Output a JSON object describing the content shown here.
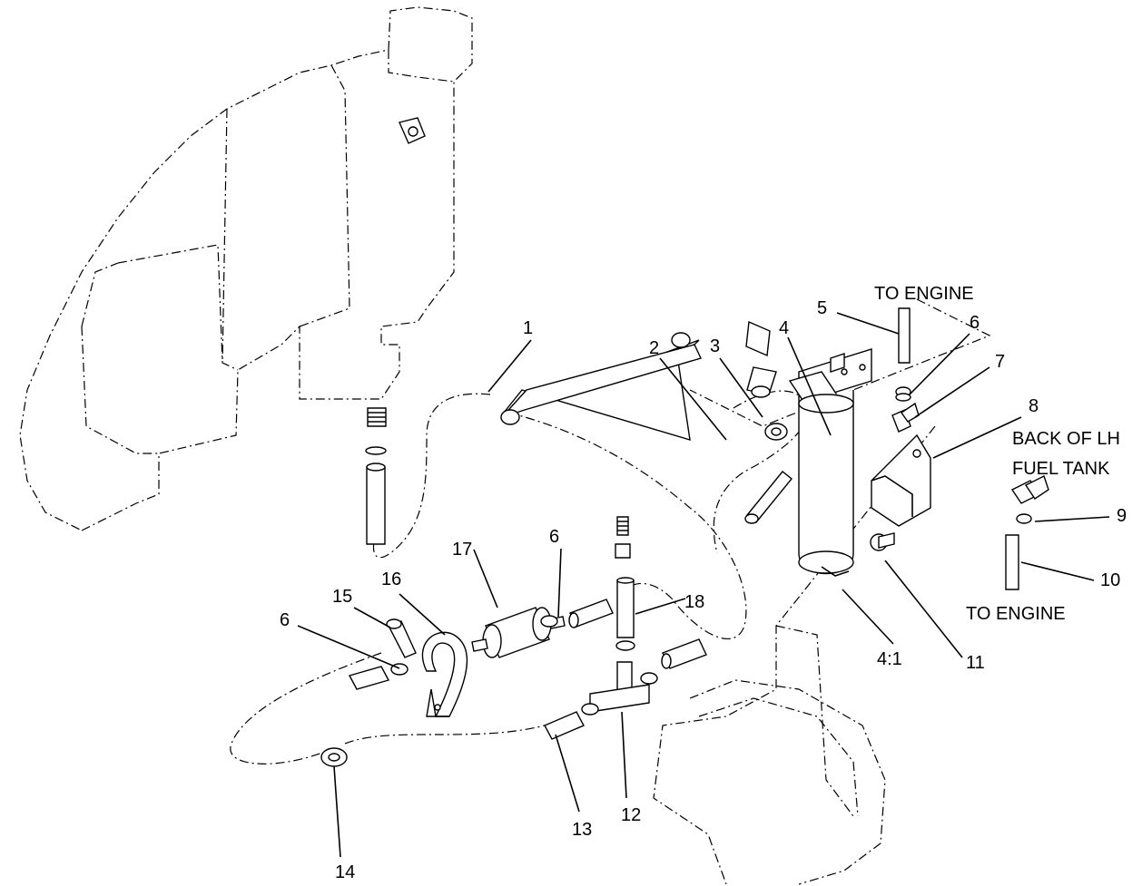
{
  "labels": {
    "l1": "1",
    "l2": "2",
    "l3": "3",
    "l4": "4",
    "l4_1": "4:1",
    "l5": "5",
    "l6a": "6",
    "l6b": "6",
    "l6c": "6",
    "l7": "7",
    "l8": "8",
    "l9": "9",
    "l10": "10",
    "l11": "11",
    "l12": "12",
    "l13": "13",
    "l14": "14",
    "l15": "15",
    "l16": "16",
    "l17": "17",
    "l18": "18"
  },
  "notes": {
    "to_engine_top": "TO ENGINE",
    "back_of_lh_line1": "BACK OF LH",
    "back_of_lh_line2": "FUEL TANK",
    "to_engine_bottom": "TO ENGINE"
  }
}
